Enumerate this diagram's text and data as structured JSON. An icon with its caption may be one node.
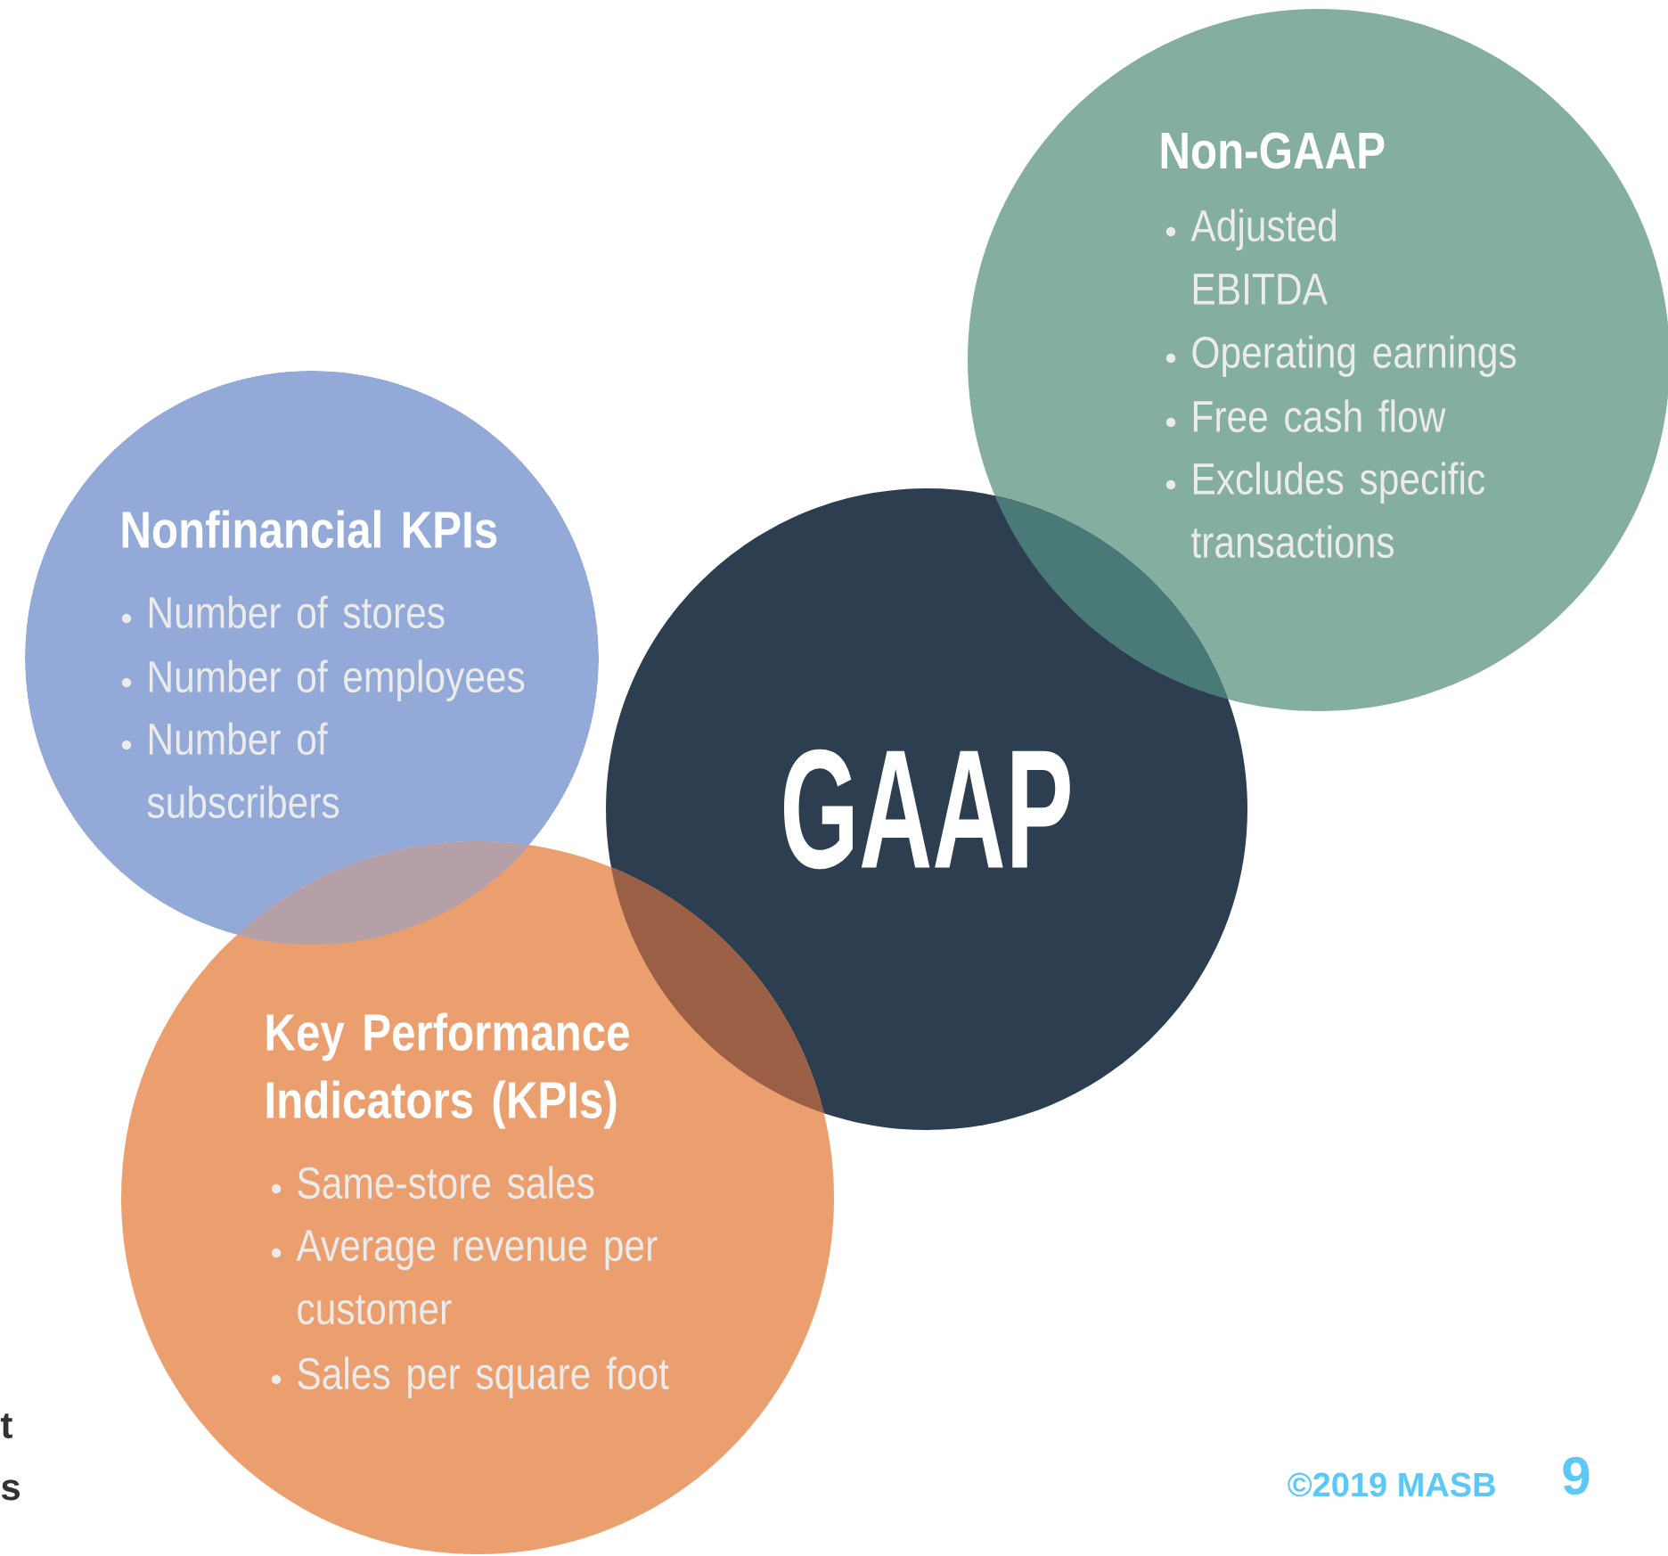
{
  "diagram": {
    "nodes": [
      {
        "text": [
          "Non-GAAP",
          "Adjusted EBITDA",
          "Operating earnings",
          "Free cash flow",
          "Excludes specific transactions"
        ]
      },
      {
        "text": [
          "Nonfinancial KPIs",
          "Number of stores",
          "Number of employees",
          "Number of subscribers"
        ]
      },
      {
        "text": [
          "GAAP"
        ]
      },
      {
        "text": [
          "Key Performance Indicators (KPIs)",
          "Same-store sales",
          "Average revenue per customer",
          "Sales per square foot"
        ]
      }
    ],
    "labels": [
      "t",
      "s",
      "©2019 MASB",
      "9"
    ]
  }
}
